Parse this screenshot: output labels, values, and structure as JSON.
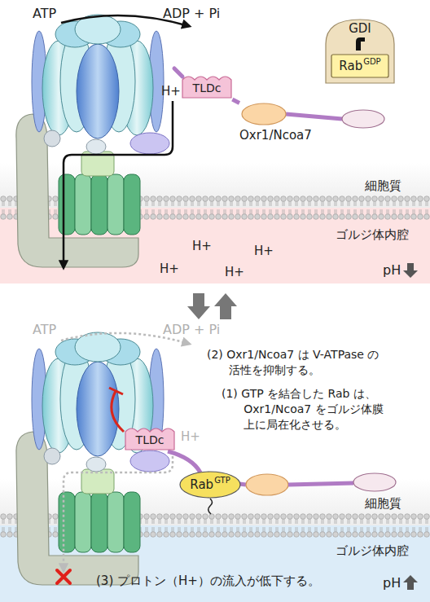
{
  "diagram": {
    "nodes": [
      {
        "text": [
          "GDI"
        ]
      },
      {
        "text": [
          "Rab",
          "GDP"
        ],
        "in": 0
      },
      {
        "text": [
          "TLDc"
        ]
      },
      {
        "text": [
          "Oxr1/Ncoa7"
        ]
      },
      {
        "text": [
          "TLDc"
        ]
      },
      {
        "text": [
          "Rab",
          "GTP"
        ]
      }
    ],
    "edges": [
      {
        "from": 2,
        "to": 3,
        "arrow": "none"
      }
    ],
    "labels": [
      "ATP",
      "ADP + Pi",
      "H+",
      "細胞質",
      "ゴルジ体内腔",
      "H+",
      "H+",
      "H+",
      "H+",
      "pH",
      "ATP",
      "ADP + Pi",
      "(2) Oxr1/Ncoa7 は V-ATPase の 活性を抑制する。",
      "(1) GTP を結合した Rab は、 Oxr1/Ncoa7 をゴルジ体膜 上に局在化させる。",
      "H+",
      "細胞質",
      "ゴルジ体内腔",
      "(3) プロトン（H+）の流入が低下する。",
      "pH"
    ]
  }
}
